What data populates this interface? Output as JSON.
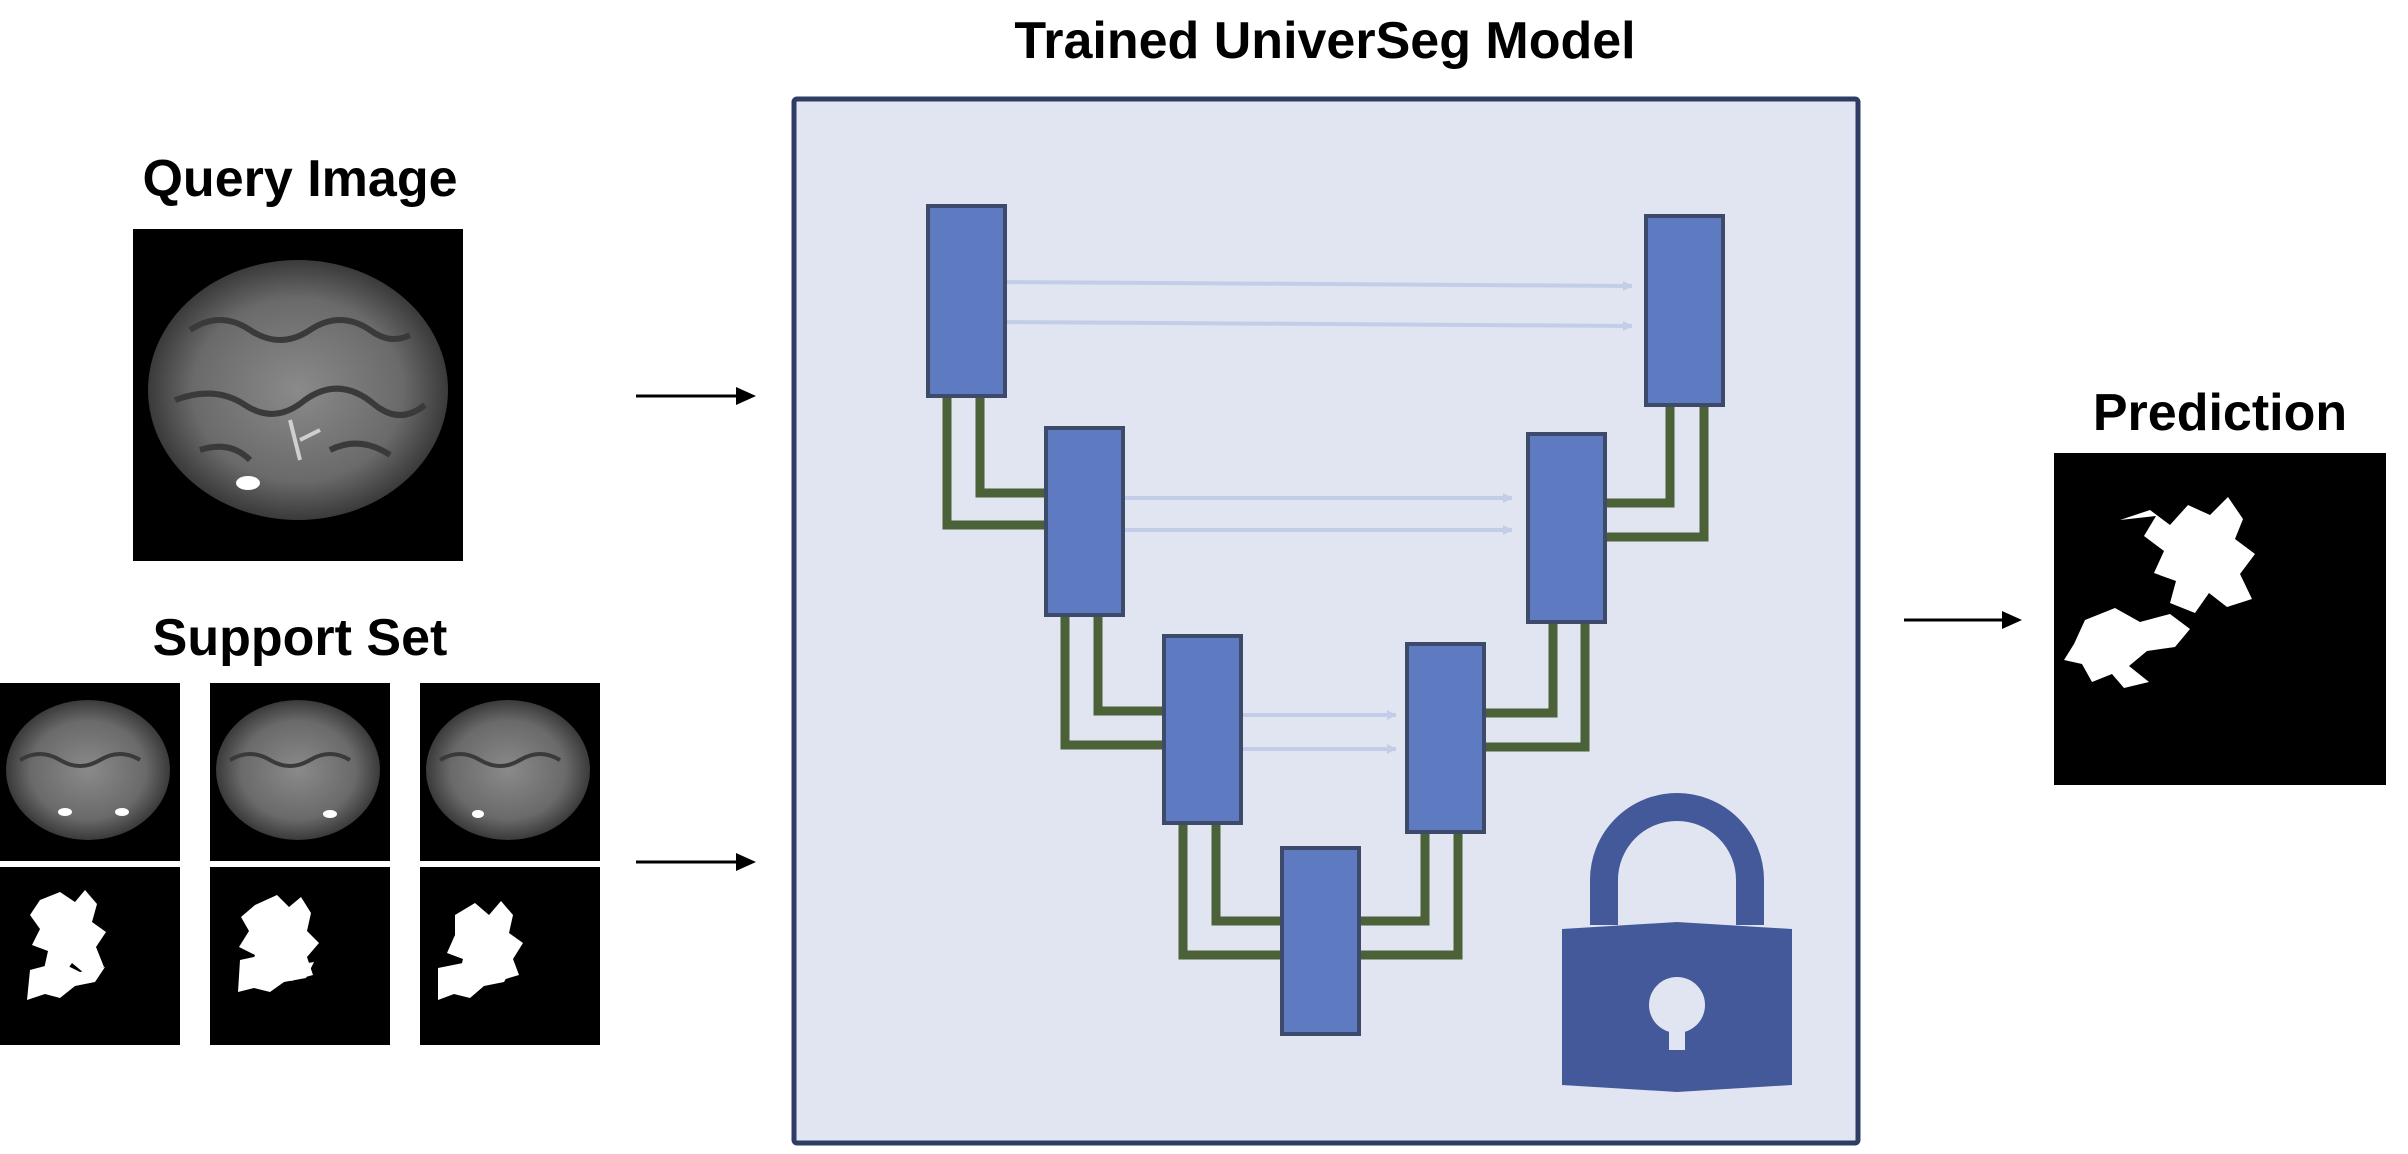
{
  "labels": {
    "query_image": "Query Image",
    "support_set": "Support Set",
    "model_title": "Trained UniverSeg Model",
    "prediction": "Prediction"
  },
  "colors": {
    "panel_fill": "#e1e5f2",
    "panel_border": "#2f3d64",
    "block_fill": "#5e7bc2",
    "block_border": "#3d4a6a",
    "connector": "#4b6137",
    "skip_arrow": "#c3cde8",
    "lock": "#44599a",
    "arrow": "#000000"
  },
  "icons": {
    "lock": "lock-icon",
    "arrow": "right-arrow-icon"
  }
}
